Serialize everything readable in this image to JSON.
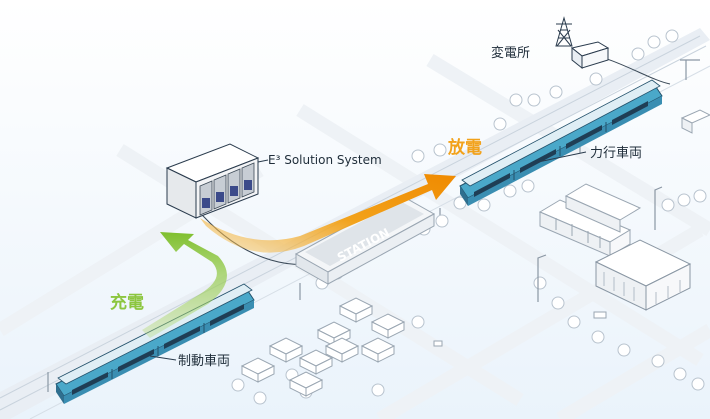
{
  "labels": {
    "substation": "変電所",
    "system": "E³ Solution System",
    "discharge": "放電",
    "charge": "充電",
    "powering_train": "力行車両",
    "braking_train": "制動車両",
    "station": "STATION"
  },
  "colors": {
    "discharge_arrow": "#f2a21b",
    "charge_arrow": "#8cc63f",
    "discharge_text": "#f2a21b",
    "charge_text": "#8cc63f",
    "train_body": "#4aa8c9",
    "track": "#e6ecf2",
    "label_line": "#2a3b4d"
  },
  "icons": {
    "substation": "power-tower-icon",
    "system": "cabinet-icon"
  }
}
